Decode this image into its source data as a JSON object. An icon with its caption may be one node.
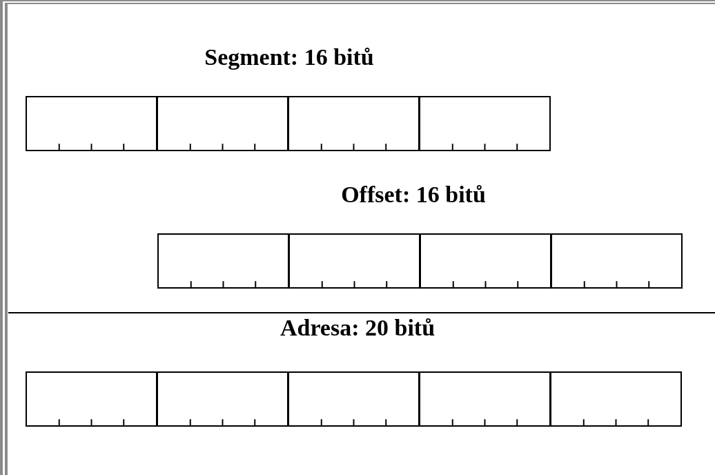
{
  "diagram": {
    "nodes": [
      {
        "text": [],
        "shape": "box"
      },
      {
        "text": [],
        "shape": "box"
      },
      {
        "text": [],
        "shape": "box"
      },
      {
        "text": [],
        "shape": "box"
      },
      {
        "text": [],
        "shape": "box"
      },
      {
        "text": [],
        "shape": "box"
      },
      {
        "text": [],
        "shape": "box"
      },
      {
        "text": [],
        "shape": "box"
      },
      {
        "text": [],
        "shape": "box"
      },
      {
        "text": [],
        "shape": "box"
      },
      {
        "text": [],
        "shape": "box"
      },
      {
        "text": [],
        "shape": "box"
      },
      {
        "text": [],
        "shape": "box"
      }
    ],
    "labels": [
      "Segment: 16 bitů",
      "Offset: 16 bitů",
      "Adresa: 20 bitů"
    ]
  }
}
